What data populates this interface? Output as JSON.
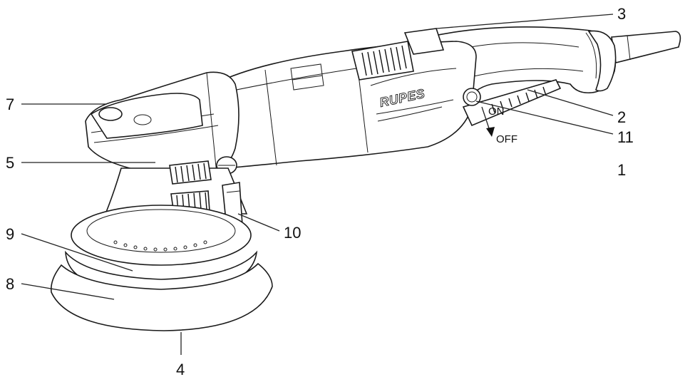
{
  "brand": "RUPES",
  "switch": {
    "on": "ON",
    "off": "OFF"
  },
  "callouts": {
    "c1": "1",
    "c2": "2",
    "c3": "3",
    "c4": "4",
    "c5": "5",
    "c7": "7",
    "c8": "8",
    "c9": "9",
    "c10": "10",
    "c11": "11"
  }
}
